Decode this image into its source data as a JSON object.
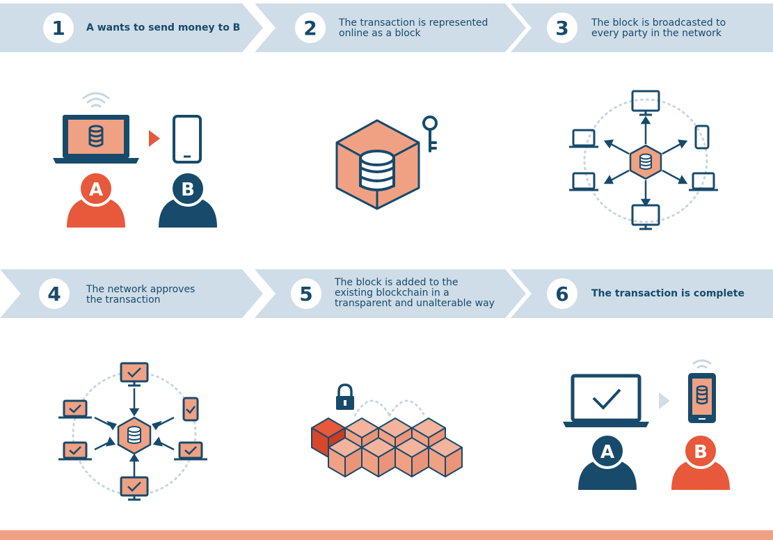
{
  "steps": [
    {
      "num": "1",
      "text": "A wants to send money to B"
    },
    {
      "num": "2",
      "text": "The transaction is represented online as a block"
    },
    {
      "num": "3",
      "text": "The block is broadcasted to every party in the network"
    },
    {
      "num": "4",
      "text": "The network approves the transaction"
    },
    {
      "num": "5",
      "text": "The block is added to the existing blockchain in a transparent and unalterable way"
    },
    {
      "num": "6",
      "text": "The transaction is complete"
    }
  ],
  "people": {
    "a": "A",
    "b": "B"
  },
  "colors": {
    "navy": "#174a6b",
    "coral": "#f0a184",
    "orange": "#e8583a",
    "banner": "#cfdde8",
    "dots": "#c8d6e0"
  }
}
